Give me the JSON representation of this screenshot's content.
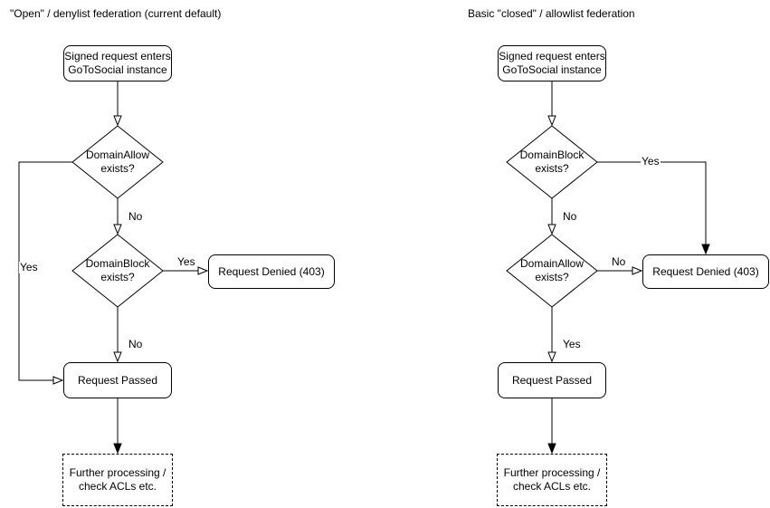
{
  "colors": {
    "stroke": "#000000",
    "background": "#ffffff",
    "text": "#000000"
  },
  "left": {
    "title": "\"Open\" / denylist federation (current default)",
    "start": "Signed request enters\nGoToSocial instance",
    "decision1": "DomainAllow\nexists?",
    "decision2": "DomainBlock\nexists?",
    "denied": "Request Denied (403)",
    "passed": "Request Passed",
    "further": "Further processing /\ncheck ACLs etc.",
    "labels": {
      "yes_loop": "Yes",
      "no_after_decision1": "No",
      "yes_to_denied": "Yes",
      "no_after_decision2": "No"
    }
  },
  "right": {
    "title": "Basic \"closed\" / allowlist federation",
    "start": "Signed request enters\nGoToSocial instance",
    "decision1": "DomainBlock\nexists?",
    "decision2": "DomainAllow\nexists?",
    "denied": "Request Denied (403)",
    "passed": "Request Passed",
    "further": "Further processing /\ncheck ACLs etc.",
    "labels": {
      "yes_to_denied": "Yes",
      "no_after_decision1": "No",
      "no_to_denied": "No",
      "yes_to_passed": "Yes"
    }
  }
}
